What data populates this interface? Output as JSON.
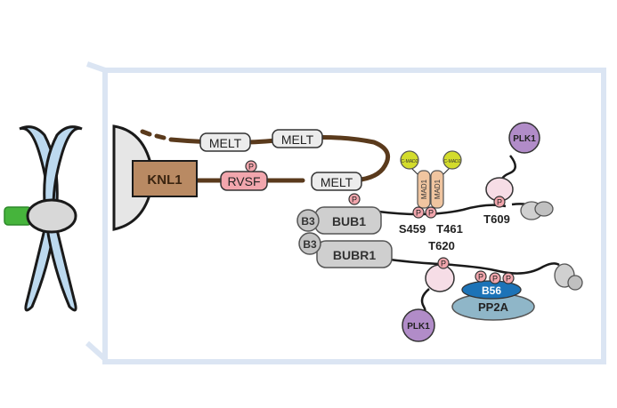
{
  "labels": {
    "knl1": "KNL1",
    "melt": "MELT",
    "rvsf": "RVSF",
    "p": "P",
    "b3": "B3",
    "bub1": "BUB1",
    "bubr1": "BUBR1",
    "mad1": "MAD1",
    "c_mad2": "C-MAD2",
    "s459": "S459",
    "t461": "T461",
    "t609": "T609",
    "t620": "T620",
    "plk1": "PLK1",
    "b56": "B56",
    "pp2a": "PP2A"
  },
  "colors": {
    "chromatid": "#bcd9ef",
    "frame": "#dbe5f3",
    "knl1_fill": "#b98a63",
    "knl1_chain": "#5a3a1c",
    "phospho": "#f2a6ad",
    "bub_fill": "#cfcfcf",
    "mad1_fill": "#f0c5a0",
    "mad2_fill": "#d3dc2c",
    "plk1_fill": "#b18cc8",
    "b56_fill": "#1c73b7",
    "pp2a_fill": "#8fb6c8",
    "kinetochore_green": "#46b43c"
  }
}
